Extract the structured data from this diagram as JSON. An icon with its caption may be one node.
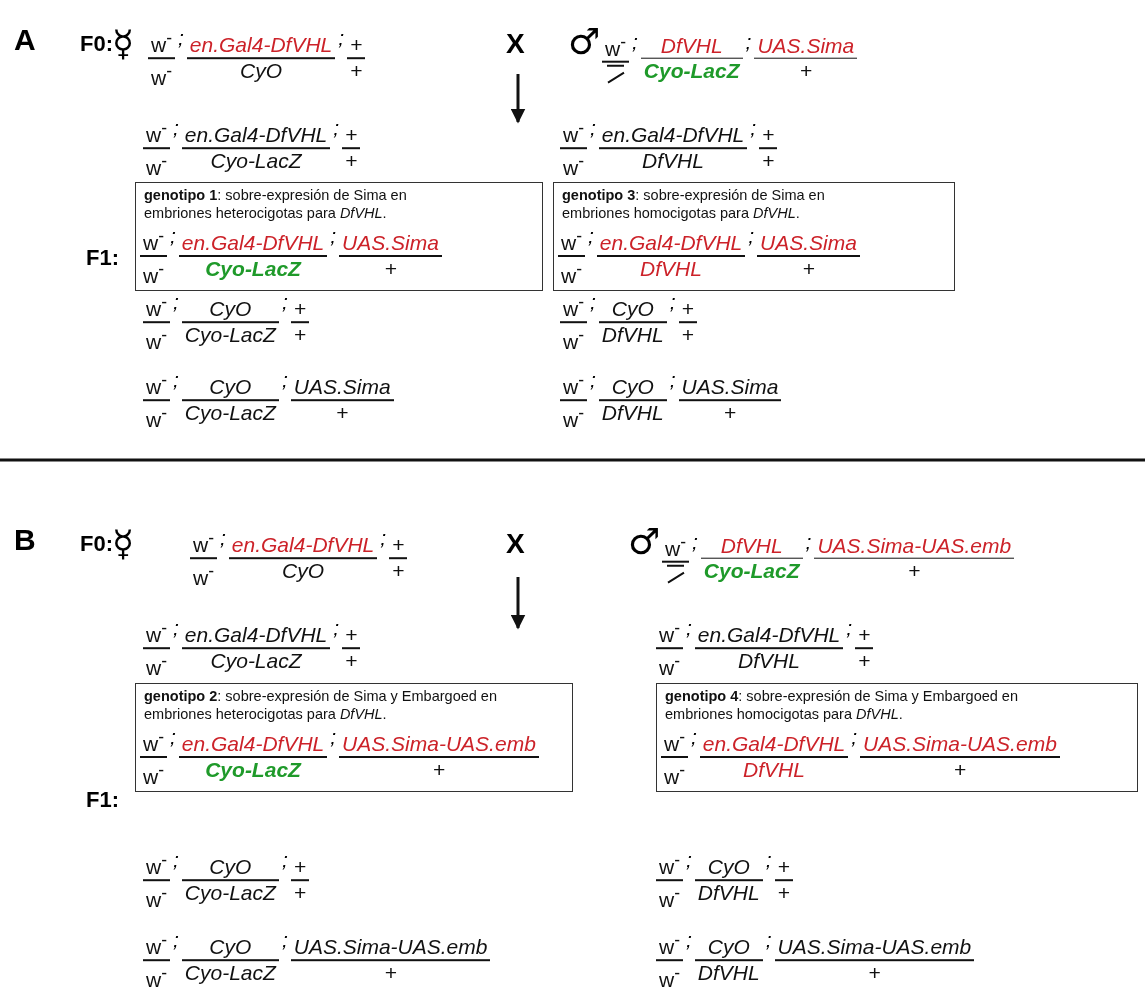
{
  "diagram": {
    "nodes": [
      {
        "text": [
          "**genotipo 1**: sobre-expresión de Sima en embriones heterocigotas para *DfVHL*.",
          "w$^{-}$",
          "w$^{-}$",
          ";",
          "en.Gal4-DfVHL",
          "Cyo-LacZ",
          ";",
          "UAS.Sima",
          "+"
        ]
      },
      {
        "text": [
          "**genotipo 3**: sobre-expresión de Sima en embriones homocigotas para *DfVHL*.",
          "w$^{-}$",
          "w$^{-}$",
          ";",
          "en.Gal4-DfVHL",
          "DfVHL",
          ";",
          "UAS.Sima",
          "+"
        ]
      },
      {
        "text": [
          "**genotipo 2**: sobre-expresión de Sima y Embargoed en embriones heterocigotas para *DfVHL*.",
          "w$^{-}$",
          "w$^{-}$",
          ";",
          "en.Gal4-DfVHL",
          "Cyo-LacZ",
          ";",
          "UAS.Sima-UAS.emb",
          "+"
        ]
      },
      {
        "text": [
          "**genotipo 4**: sobre-expresión de Sima y Embargoed en embriones homocigotas para *DfVHL*.",
          "w$^{-}$",
          "w$^{-}$",
          ";",
          "en.Gal4-DfVHL",
          "DfVHL",
          ";",
          "UAS.Sima-UAS.emb",
          "+"
        ]
      }
    ],
    "labels": [
      "A",
      "F0:",
      "☿",
      "w$^{-}$",
      "w$^{-}$",
      ";",
      "en.Gal4-DfVHL",
      "CyO",
      ";",
      "+",
      "+",
      "X",
      "♂",
      "w$^{-}$",
      ";",
      "DfVHL",
      "Cyo-LacZ",
      ";",
      "UAS.Sima",
      "+",
      "w$^{-}$",
      "w$^{-}$",
      ";",
      "en.Gal4-DfVHL",
      "Cyo-LacZ",
      ";",
      "+",
      "+",
      "w$^{-}$",
      "w$^{-}$",
      ";",
      "en.Gal4-DfVHL",
      "DfVHL",
      ";",
      "+",
      "+",
      "F1:",
      "w$^{-}$",
      "w$^{-}$",
      ";",
      "CyO",
      "Cyo-LacZ",
      ";",
      "+",
      "+",
      "w$^{-}$",
      "w$^{-}$",
      ";",
      "CyO",
      "DfVHL",
      ";",
      "+",
      "+",
      "w$^{-}$",
      "w$^{-}$",
      ";",
      "CyO",
      "Cyo-LacZ",
      ";",
      "UAS.Sima",
      "+",
      "w$^{-}$",
      "w$^{-}$",
      ";",
      "CyO",
      "DfVHL",
      ";",
      "UAS.Sima",
      "+",
      "B",
      "F0:",
      "☿",
      "w$^{-}$",
      "w$^{-}$",
      ";",
      "en.Gal4-DfVHL",
      "CyO",
      ";",
      "+",
      "+",
      "X",
      "♂",
      "w$^{-}$",
      ";",
      "DfVHL",
      "Cyo-LacZ",
      ";",
      "UAS.Sima-UAS.emb",
      "+",
      "w$^{-}$",
      "w$^{-}$",
      ";",
      "en.Gal4-DfVHL",
      "Cyo-LacZ",
      ";",
      "+",
      "+",
      "w$^{-}$",
      "w$^{-}$",
      ";",
      "en.Gal4-DfVHL",
      "DfVHL",
      ";",
      "+",
      "+",
      "F1:",
      "w$^{-}$",
      "w$^{-}$",
      ";",
      "CyO",
      "Cyo-LacZ",
      ";",
      "+",
      "+",
      "w$^{-}$",
      "w$^{-}$",
      ";",
      "CyO",
      "DfVHL",
      ";",
      "+",
      "+",
      "w$^{-}$",
      "w$^{-}$",
      ";",
      "CyO",
      "Cyo-LacZ",
      ";",
      "UAS.Sima-UAS.emb",
      "+",
      "w$^{-}$",
      "w$^{-}$",
      ";",
      "CyO",
      "DfVHL",
      ";",
      "UAS.Sima-UAS.emb",
      "+"
    ]
  }
}
